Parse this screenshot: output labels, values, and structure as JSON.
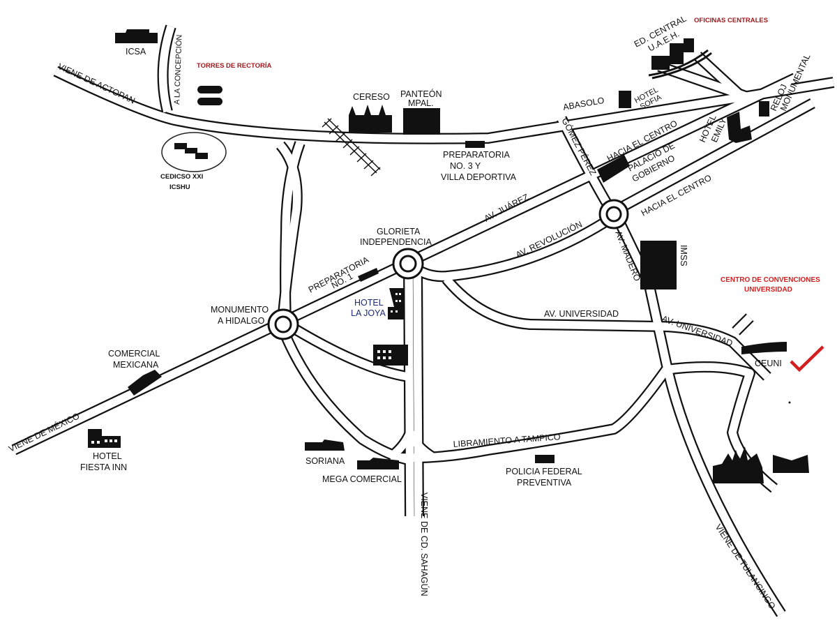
{
  "map": {
    "roads": {
      "viene_actopan": "VIENE DE ACTOPAN",
      "a_la_concepcion": "A LA CONCEPCIÓN",
      "abasolo": "ABASOLO",
      "gomez_perez": "GÓMEZ PÉREZ",
      "hacia_el_centro_1": "HACIA EL CENTRO",
      "hacia_el_centro_2": "HACIA EL CENTRO",
      "av_juarez": "AV. JUÁREZ",
      "av_revolucion": "AV. REVOLUCIÓN",
      "av_madero": "AV. MADERO",
      "av_universidad_1": "AV. UNIVERSIDAD",
      "av_universidad_2": "AV. UNIVERSIDAD",
      "libramiento": "LIBRAMIENTO A TAMPICO",
      "viene_mexico": "VIENE DE MÉXICO",
      "viene_sahagun": "VIENE DE CD. SAHAGÚN",
      "viene_tulancingo": "VIENE DE TULANCINGO"
    },
    "places": {
      "icsa": "ICSA",
      "torres_rectoria": "TORRES DE RECTORÍA",
      "cedicso_1": "CEDICSO XXI",
      "cedicso_2": "ICSHU",
      "cereso": "CERESO",
      "panteon_1": "PANTEÓN",
      "panteon_2": "MPAL.",
      "prepa3_1": "PREPARATORIA",
      "prepa3_2": "NO. 3       Y",
      "prepa3_3": "VILLA DEPORTIVA",
      "ed_central_1": "ED. CENTRAL",
      "ed_central_2": "U.A.E.H.",
      "oficinas_centrales": "OFICINAS CENTRALES",
      "hotel_sofia_1": "HOTEL",
      "hotel_sofia_2": "SOFIA",
      "reloj_1": "RELOJ",
      "reloj_2": "MONUMENTAL",
      "hotel_emily_1": "HOTEL",
      "hotel_emily_2": "EMILY",
      "palacio_1": "PALACIO DE",
      "palacio_2": "GOBIERNO",
      "glorieta_1": "GLORIETA",
      "glorieta_2": "INDEPENDENCIA",
      "prepa1_1": "PREPARATORIA",
      "prepa1_2": "NO. 1",
      "hotel_joya_1": "HOTEL",
      "hotel_joya_2": "LA JOYA",
      "monumento_1": "MONUMENTO",
      "monumento_2": "A HIDALGO",
      "comercial_1": "COMERCIAL",
      "comercial_2": "MEXICANA",
      "imss": "IMSS",
      "centro_conv_1": "CENTRO DE CONVENCIONES",
      "centro_conv_2": "UNIVERSIDAD",
      "ceuni": "CEUNI",
      "fiesta_1": "HOTEL",
      "fiesta_2": "FIESTA INN",
      "soriana": "SORIANA",
      "mega": "MEGA COMERCIAL",
      "policia_1": "POLICIA FEDERAL",
      "policia_2": "PREVENTIVA"
    },
    "colors": {
      "road_outline": "#111111",
      "road_fill": "#ffffff",
      "building": "#111111",
      "label_dark_red": "#a0191c",
      "label_red": "#d21f1f",
      "checkmark": "#d21f1f",
      "hotel_la_joya": "#1c2a74"
    },
    "icons": {
      "destination_marker": "check-mark-icon"
    }
  }
}
